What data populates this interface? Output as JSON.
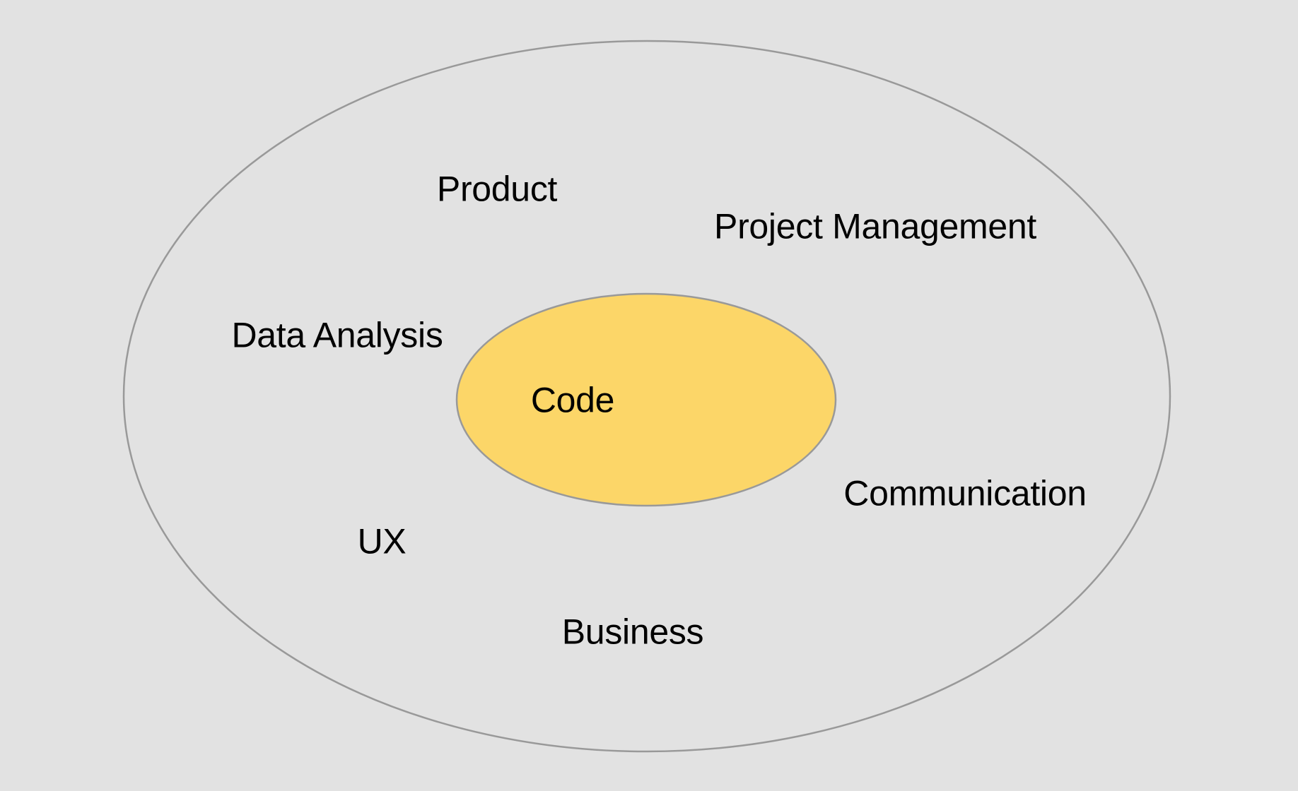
{
  "diagram": {
    "type": "nested-ellipse-venn",
    "colors": {
      "background": "#e2e2e2",
      "ellipse_stroke": "#999999",
      "inner_ellipse_fill": "#fcd668",
      "text": "#000000"
    },
    "outer_ellipse": {
      "description": "large outline ellipse containing surrounding skill labels",
      "labels": [
        "Product",
        "Project Management",
        "Data Analysis",
        "Communication",
        "UX",
        "Business"
      ]
    },
    "inner_ellipse": {
      "description": "yellow filled ellipse at center",
      "label": "Code"
    },
    "labels": {
      "product": "Product",
      "project_management": "Project Management",
      "data_analysis": "Data Analysis",
      "code": "Code",
      "communication": "Communication",
      "ux": "UX",
      "business": "Business"
    }
  }
}
